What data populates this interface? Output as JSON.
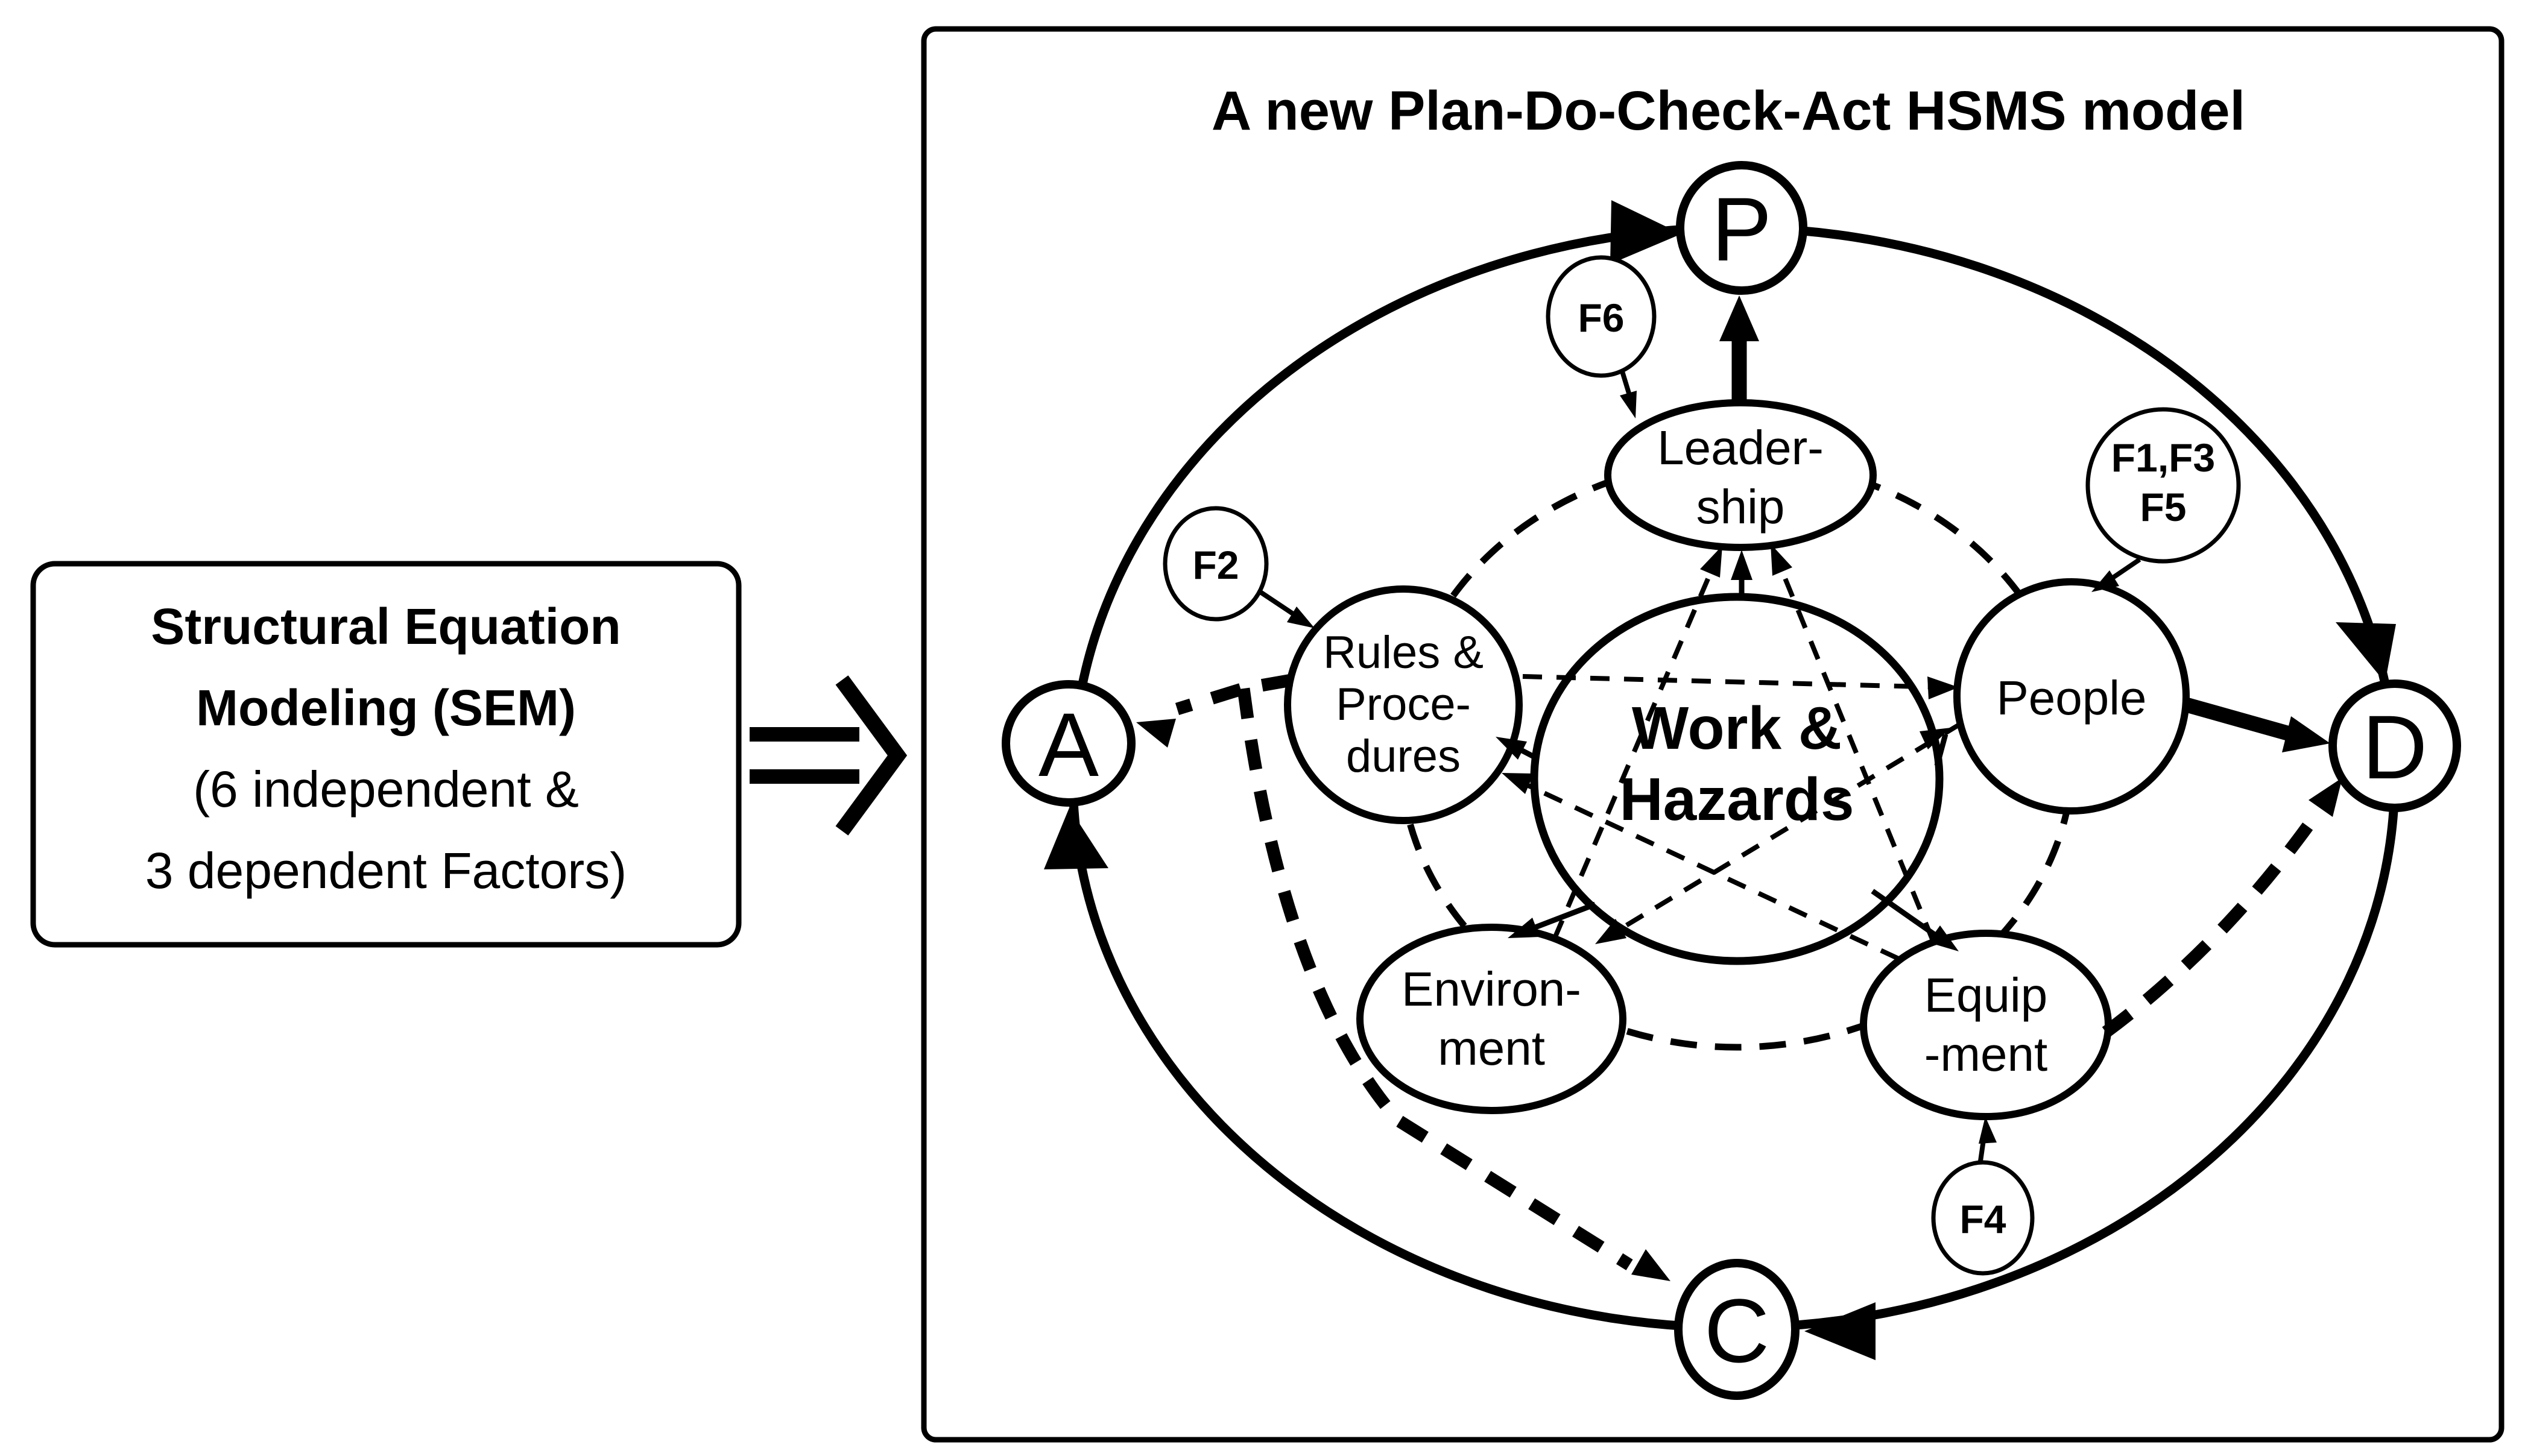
{
  "sem_box": {
    "line1": "Structural Equation",
    "line2": "Modeling (SEM)",
    "line3": "(6 independent &",
    "line4": "3 dependent Factors)"
  },
  "model": {
    "title": "A new Plan-Do-Check-Act HSMS model",
    "center": {
      "line1": "Work &",
      "line2": "Hazards"
    },
    "nodes": {
      "plan": "P",
      "do": "D",
      "check": "C",
      "act": "A"
    },
    "factors": {
      "leadership": {
        "line1": "Leader-",
        "line2": "ship"
      },
      "rules": {
        "line1": "Rules &",
        "line2": "Proce-",
        "line3": "dures"
      },
      "people": {
        "line1": "People"
      },
      "environment": {
        "line1": "Environ-",
        "line2": "ment"
      },
      "equipment": {
        "line1": "Equip",
        "line2": "-ment"
      }
    },
    "factor_tags": {
      "f6": "F6",
      "f2": "F2",
      "f135_line1": "F1,F3",
      "f135_line2": "F5",
      "f4": "F4"
    }
  },
  "colors": {
    "ink": "#000000",
    "paper": "#ffffff"
  }
}
